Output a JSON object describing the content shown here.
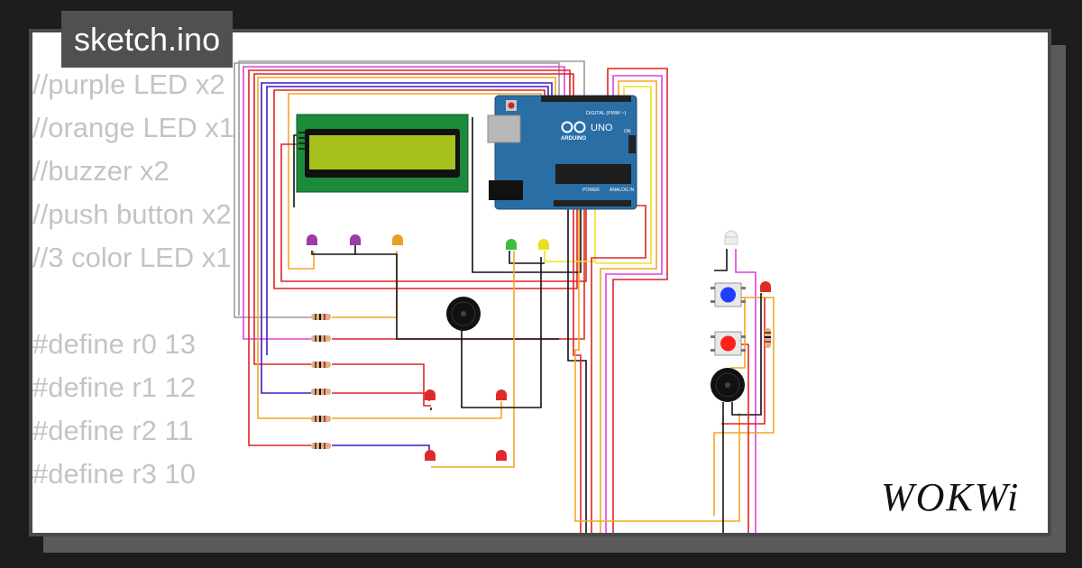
{
  "editor": {
    "filename": "sketch.ino",
    "code_lines": [
      "//purple LED x2",
      "//orange LED x1",
      "//buzzer x2",
      "//push button x2",
      "//3 color LED x1",
      "",
      "#define r0 13",
      "#define r1 12",
      "#define r2 11",
      "#define r3 10"
    ]
  },
  "board": {
    "brand": "ARDUINO",
    "model": "UNO",
    "digital_header": "DIGITAL (PWM ~)",
    "analog_header": "ANALOG IN",
    "power_header": "POWER",
    "on_label": "ON"
  },
  "components": {
    "leds": [
      {
        "color": "#9c3aa8",
        "name": "purple"
      },
      {
        "color": "#9c3aa8",
        "name": "purple"
      },
      {
        "color": "#e8a020",
        "name": "orange"
      },
      {
        "color": "#3cbf3c",
        "name": "green"
      },
      {
        "color": "#e8e020",
        "name": "yellow"
      },
      {
        "color": "#e02a2a",
        "name": "red"
      },
      {
        "color": "#e02a2a",
        "name": "red"
      },
      {
        "color": "#e02a2a",
        "name": "red"
      },
      {
        "color": "#e02a2a",
        "name": "red"
      },
      {
        "color": "#e02a2a",
        "name": "red"
      }
    ],
    "buttons": [
      {
        "color": "#1f3fff",
        "name": "blue"
      },
      {
        "color": "#ff1f1f",
        "name": "red"
      }
    ],
    "lcd": {
      "size": "16x2",
      "backlight": "#a7c11c"
    }
  },
  "colors": {
    "wire_red": "#e02424",
    "wire_black": "#111111",
    "wire_orange": "#f5a623",
    "wire_yellow": "#f0e020",
    "wire_purple": "#3a1ec8",
    "wire_magenta": "#e040e0",
    "wire_gray": "#9a9a9a",
    "board_blue": "#2a6ea6"
  },
  "brand": {
    "logo_text": "WOKWi"
  }
}
